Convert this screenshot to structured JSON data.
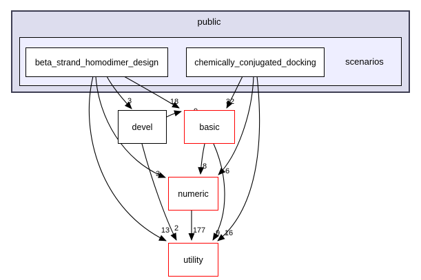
{
  "graph": {
    "type": "directory-dependency-graph",
    "outer_cluster": {
      "label": "public"
    },
    "inner_cluster": {
      "label": "scenarios"
    },
    "nodes": [
      {
        "id": "beta_strand_homodimer_design",
        "label": "beta_strand_homodimer_design",
        "border": "black"
      },
      {
        "id": "chemically_conjugated_docking",
        "label": "chemically_conjugated_docking",
        "border": "black"
      },
      {
        "id": "devel",
        "label": "devel",
        "border": "black"
      },
      {
        "id": "basic",
        "label": "basic",
        "border": "red"
      },
      {
        "id": "numeric",
        "label": "numeric",
        "border": "red"
      },
      {
        "id": "utility",
        "label": "utility",
        "border": "red"
      }
    ],
    "edges": [
      {
        "from": "beta_strand_homodimer_design",
        "to": "devel",
        "label": "3"
      },
      {
        "from": "beta_strand_homodimer_design",
        "to": "basic",
        "label": "18"
      },
      {
        "from": "devel",
        "to": "basic",
        "label": "9"
      },
      {
        "from": "chemically_conjugated_docking",
        "to": "basic",
        "label": "32"
      },
      {
        "from": "beta_strand_homodimer_design",
        "to": "numeric",
        "label": "3"
      },
      {
        "from": "basic",
        "to": "numeric",
        "label": "8"
      },
      {
        "from": "chemically_conjugated_docking",
        "to": "numeric",
        "label": "6"
      },
      {
        "from": "beta_strand_homodimer_design",
        "to": "utility",
        "label": "13"
      },
      {
        "from": "devel",
        "to": "utility",
        "label": "2"
      },
      {
        "from": "numeric",
        "to": "utility",
        "label": "177"
      },
      {
        "from": "basic",
        "to": "utility",
        "label": "9"
      },
      {
        "from": "chemically_conjugated_docking",
        "to": "utility",
        "label": "16"
      }
    ],
    "colors": {
      "outer_cluster_fill": "#ddddee",
      "inner_cluster_fill": "#eeeeff",
      "node_fill": "#ffffff",
      "truncated_node_border": "#ff0000",
      "normal_border": "#000000",
      "edge": "#000000"
    }
  }
}
